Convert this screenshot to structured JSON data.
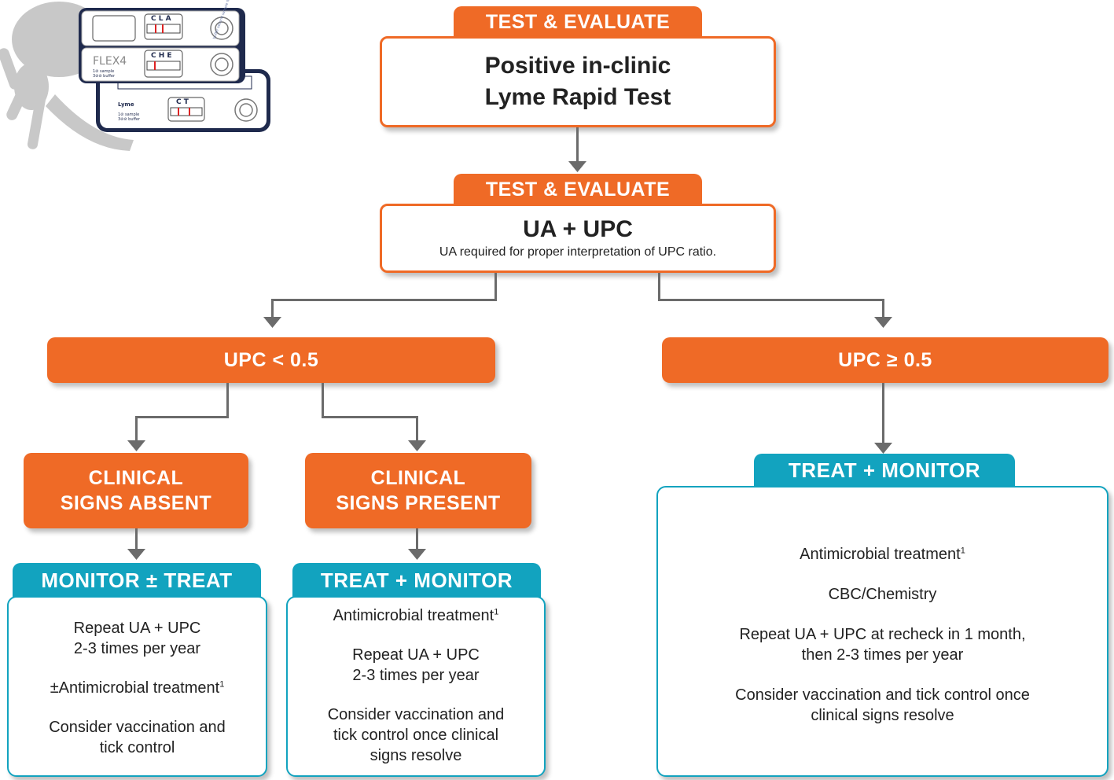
{
  "step1": {
    "tab": "TEST & EVALUATE",
    "line1": "Positive in-clinic",
    "line2": "Lyme Rapid Test"
  },
  "step2": {
    "tab": "TEST & EVALUATE",
    "title": "UA + UPC",
    "subtitle": "UA required for proper interpretation of UPC ratio."
  },
  "branch_low": {
    "label": "UPC < 0.5"
  },
  "branch_high": {
    "label": "UPC ≥ 0.5"
  },
  "absent": {
    "line1": "CLINICAL",
    "line2": "SIGNS ABSENT"
  },
  "present": {
    "line1": "CLINICAL",
    "line2": "SIGNS PRESENT"
  },
  "monitor_treat": {
    "tab": "MONITOR ± TREAT",
    "item1": "Repeat UA + UPC\n2-3 times per year",
    "item2": "±Antimicrobial treatment",
    "item2_sup": "1",
    "item3": "Consider vaccination and\ntick control"
  },
  "treat_monitor_mid": {
    "tab": "TREAT + MONITOR",
    "item1": "Antimicrobial treatment",
    "item1_sup": "1",
    "item2": "Repeat UA + UPC\n2-3 times per year",
    "item3": "Consider vaccination and\ntick control once clinical\nsigns resolve"
  },
  "treat_monitor_right": {
    "tab": "TREAT + MONITOR",
    "item1": "Antimicrobial treatment",
    "item1_sup": "1",
    "item2": "CBC/Chemistry",
    "item3": "Repeat UA + UPC at recheck in 1 month,\nthen 2-3 times per year",
    "item4": "Consider vaccination and tick control once\nclinical signs resolve"
  },
  "test_kits": {
    "kit1_letters": "C L A",
    "kit2_brand": "FLEX4",
    "kit2_letters": "C H E",
    "kit3_brand": "Lyme",
    "kit3_letters": "C   T",
    "sample_text": "1⊘ sample",
    "buffer_text": "3⊘⊘ buffer",
    "well_text": "buffer second sample first"
  },
  "colors": {
    "orange": "#ef6a26",
    "teal": "#12a3bf",
    "connector": "#6b6b6b",
    "tick_gray": "#c8c8c8",
    "kit_navy": "#1f2a4d"
  }
}
